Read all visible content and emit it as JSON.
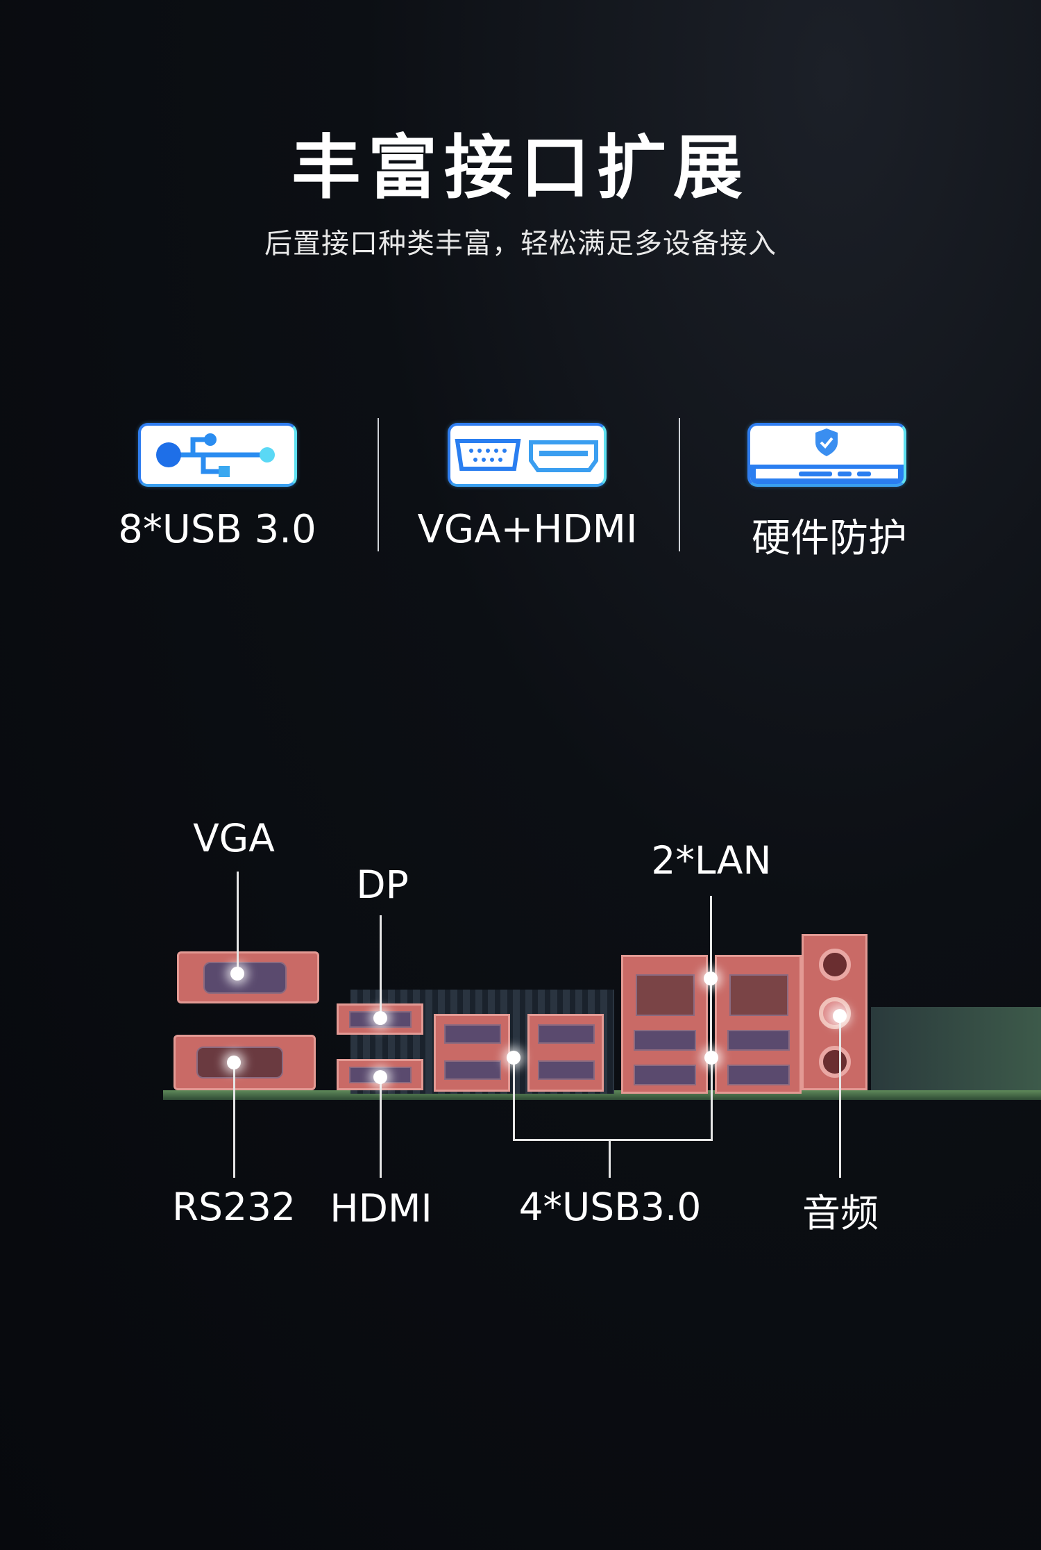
{
  "header": {
    "title": "丰富接口扩展",
    "subtitle": "后置接口种类丰富，轻松满足多设备接入"
  },
  "features": [
    {
      "icon": "usb-icon",
      "label": "8*USB 3.0"
    },
    {
      "icon": "vga-hdmi-port-icon",
      "label": "VGA+HDMI"
    },
    {
      "icon": "shield-check-icon",
      "label": "硬件防护"
    }
  ],
  "callouts": {
    "vga": "VGA",
    "dp": "DP",
    "lan": "2*LAN",
    "rs232": "RS232",
    "hdmi": "HDMI",
    "usb": "4*USB3.0",
    "audio": "音频"
  },
  "colors": {
    "accent": "#2f7df0",
    "port_highlight": "#c96a66"
  }
}
